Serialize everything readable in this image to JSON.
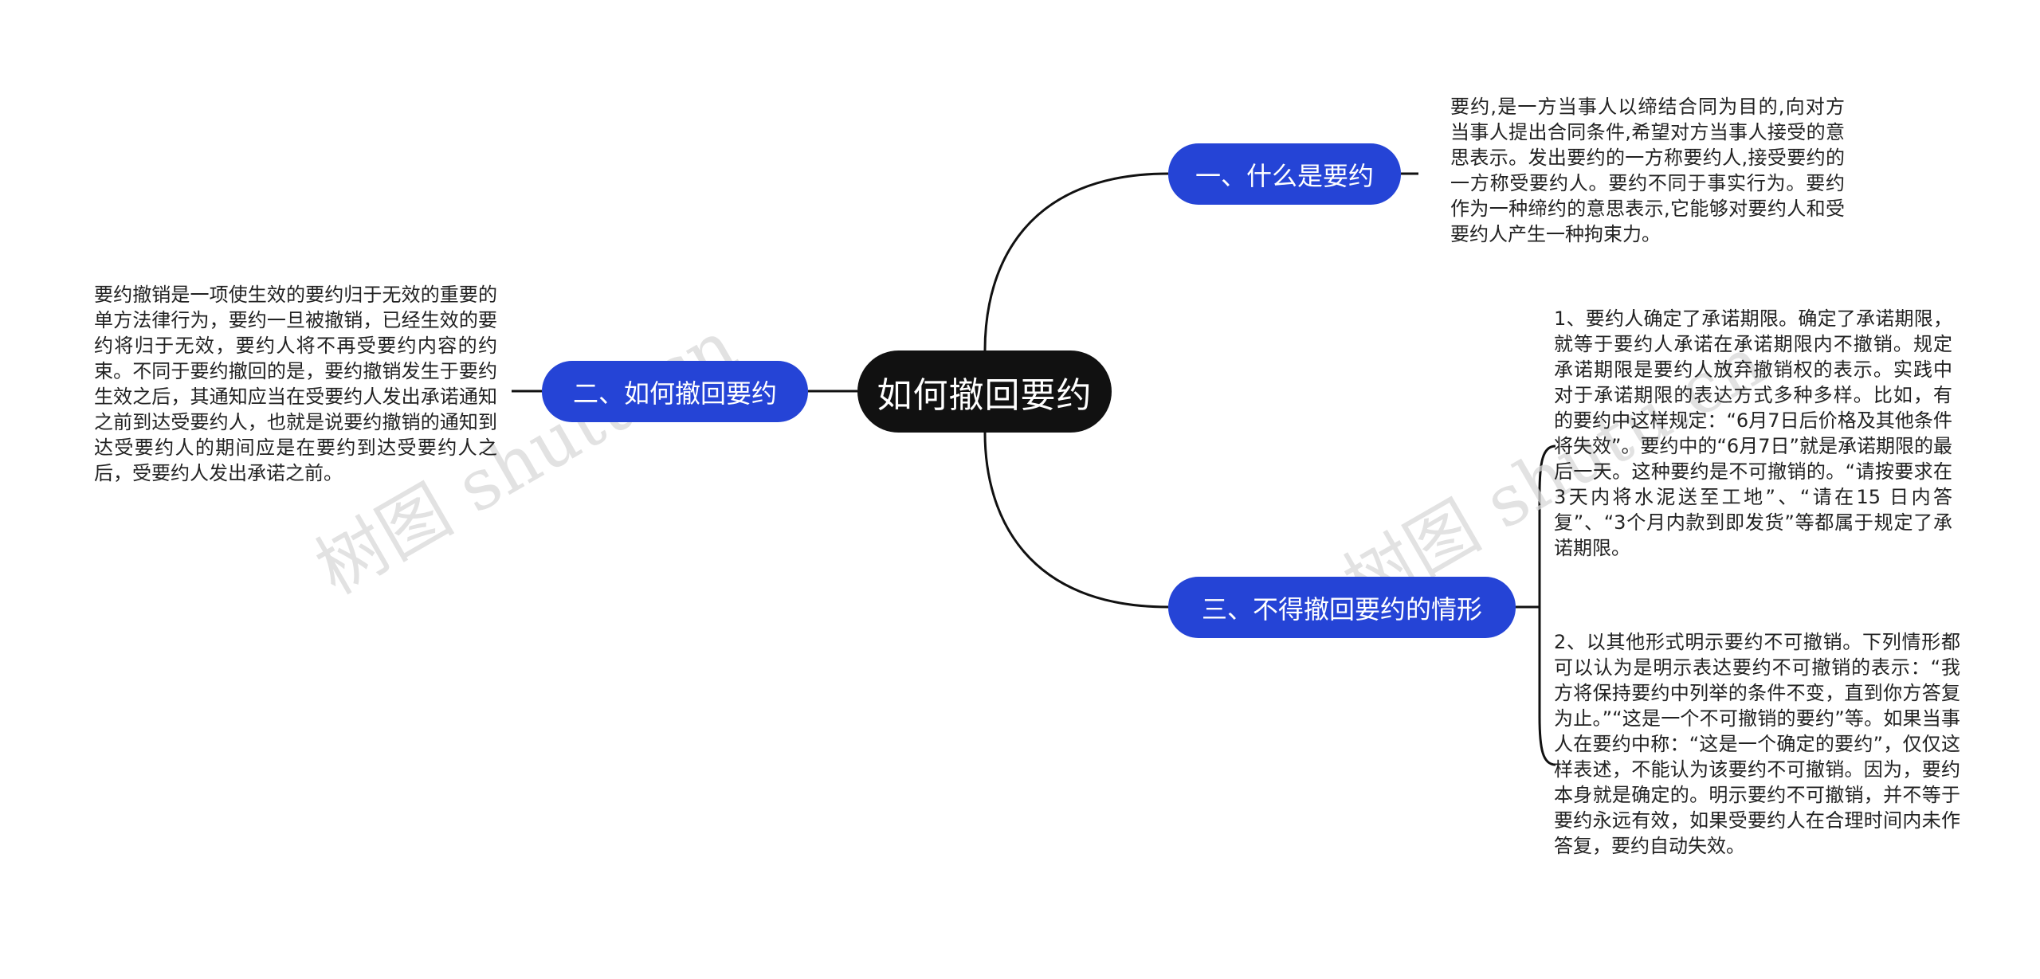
{
  "watermark": "树图 shutu.cn",
  "root": {
    "label": "如何撤回要约"
  },
  "branches": [
    {
      "label": "一、什么是要约",
      "leaves": [
        "要约,是一方当事人以缔结合同为目的,向对方当事人提出合同条件,希望对方当事人接受的意思表示。发出要约的一方称要约人,接受要约的一方称受要约人。要约不同于事实行为。要约作为一种缔约的意思表示,它能够对要约人和受要约人产生一种拘束力。"
      ]
    },
    {
      "label": "二、如何撤回要约",
      "leaves": [
        "要约撤销是一项使生效的要约归于无效的重要的单方法律行为，要约一旦被撤销，已经生效的要约将归于无效，要约人将不再受要约内容的约束。不同于要约撤回的是，要约撤销发生于要约生效之后，其通知应当在受要约人发出承诺通知之前到达受要约人，也就是说要约撤销的通知到达受要约人的期间应是在要约到达受要约人之后，受要约人发出承诺之前。"
      ]
    },
    {
      "label": "三、不得撤回要约的情形",
      "leaves": [
        "1、要约人确定了承诺期限。确定了承诺期限，就等于要约人承诺在承诺期限内不撤销。规定承诺期限是要约人放弃撤销权的表示。实践中对于承诺期限的表达方式多种多样。比如，有的要约中这样规定：“6月7日后价格及其他条件将失效”。要约中的“6月7日”就是承诺期限的最后一天。这种要约是不可撤销的。“请按要求在3天内将水泥送至工地”、“请在15 日内答复”、“3个月内款到即发货”等都属于规定了承诺期限。",
        "2、以其他形式明示要约不可撤销。下列情形都可以认为是明示表达要约不可撤销的表示：“我方将保持要约中列举的条件不变，直到你方答复为止。”“这是一个不可撤销的要约”等。如果当事人在要约中称：“这是一个确定的要约”，仅仅这样表述，不能认为该要约不可撤销。因为，要约本身就是确定的。明示要约不可撤销，并不等于要约永远有效，如果受要约人在合理时间内未作答复，要约自动失效。"
      ]
    }
  ]
}
